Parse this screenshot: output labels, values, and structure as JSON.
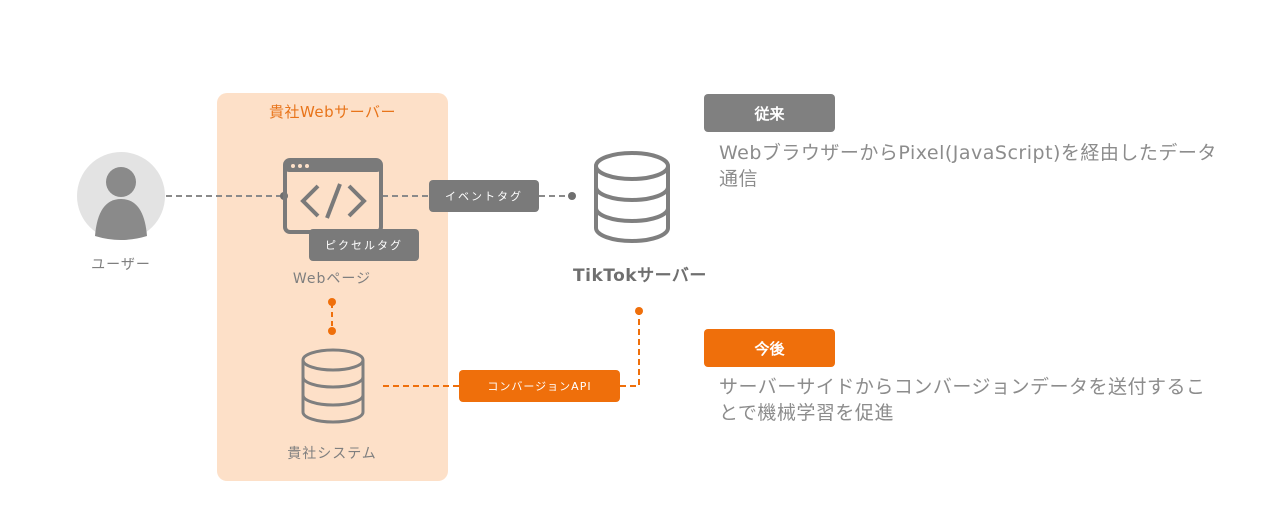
{
  "colors": {
    "accent_orange": "#ef6f0b",
    "box_fill": "#fde0c8",
    "gray_dark": "#7a7a7a",
    "gray_light": "#e3e3e3",
    "text_gray": "#8c8c8c"
  },
  "server_box": {
    "title": "貴社Webサーバー"
  },
  "nodes": {
    "user": {
      "label": "ユーザー",
      "icon": "user-avatar-icon"
    },
    "webpage": {
      "label": "Webページ",
      "icon": "code-window-icon"
    },
    "company_system": {
      "label": "貴社システム",
      "icon": "database-icon"
    },
    "tiktok_server": {
      "label": "TikTokサーバー",
      "icon": "database-icon"
    }
  },
  "tags": {
    "pixel_tag": "ピクセルタグ",
    "event_tag": "イベントタグ",
    "conversion_api": "コンバージョンAPI"
  },
  "legend": {
    "before": {
      "badge": "従来",
      "description": "WebブラウザーからPixel(JavaScript)を経由したデータ通信"
    },
    "after": {
      "badge": "今後",
      "description": "サーバーサイドからコンバージョンデータを送付することで機械学習を促進"
    }
  }
}
